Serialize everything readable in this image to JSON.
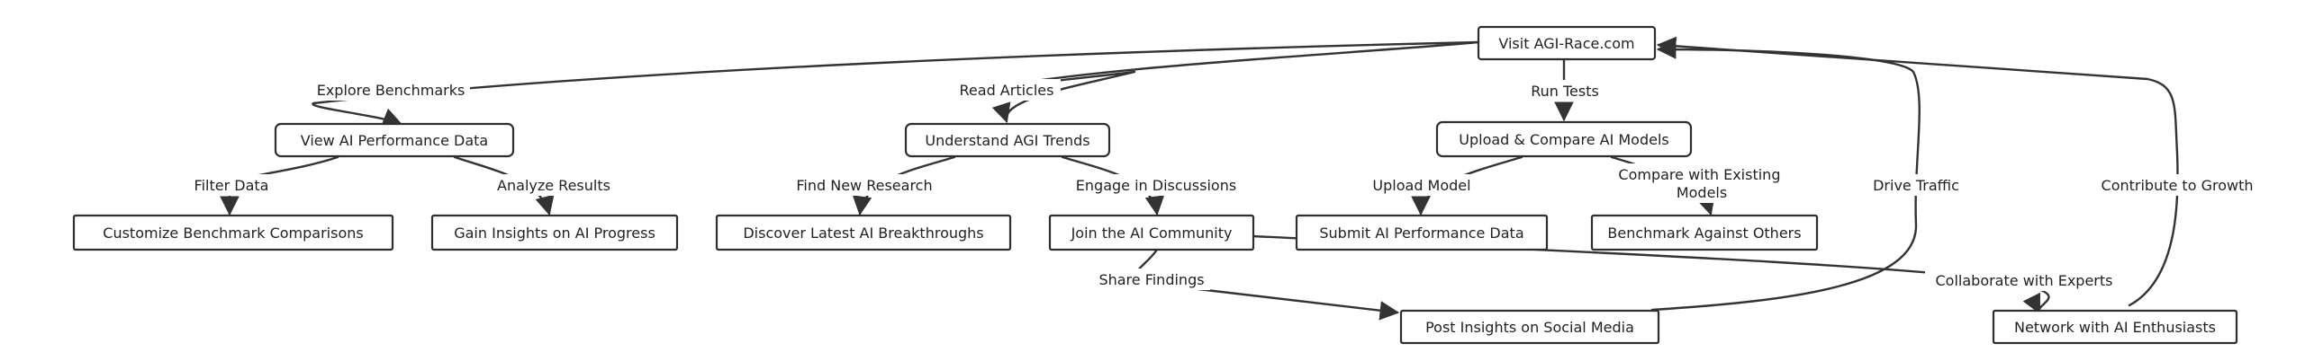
{
  "nodes": [
    {
      "id": "visit",
      "label": "Visit AGI-Race.com"
    },
    {
      "id": "view_perf",
      "label": "View AI Performance Data"
    },
    {
      "id": "agi_trends",
      "label": "Understand AGI Trends"
    },
    {
      "id": "upload_compare",
      "label": "Upload & Compare AI Models"
    },
    {
      "id": "customize",
      "label": "Customize Benchmark Comparisons"
    },
    {
      "id": "gain_insights",
      "label": "Gain Insights on AI Progress"
    },
    {
      "id": "discover",
      "label": "Discover Latest AI Breakthroughs"
    },
    {
      "id": "join_community",
      "label": "Join the AI Community"
    },
    {
      "id": "submit_perf",
      "label": "Submit AI Performance Data"
    },
    {
      "id": "benchmark_others",
      "label": "Benchmark Against Others"
    },
    {
      "id": "post_insights",
      "label": "Post Insights on Social Media"
    },
    {
      "id": "network",
      "label": "Network with AI Enthusiasts"
    }
  ],
  "edges": [
    {
      "from": "visit",
      "to": "view_perf",
      "label": "Explore Benchmarks"
    },
    {
      "from": "visit",
      "to": "agi_trends",
      "label": "Read Articles"
    },
    {
      "from": "visit",
      "to": "upload_compare",
      "label": "Run Tests"
    },
    {
      "from": "view_perf",
      "to": "customize",
      "label": "Filter Data"
    },
    {
      "from": "view_perf",
      "to": "gain_insights",
      "label": "Analyze Results"
    },
    {
      "from": "agi_trends",
      "to": "discover",
      "label": "Find New Research"
    },
    {
      "from": "agi_trends",
      "to": "join_community",
      "label": "Engage in Discussions"
    },
    {
      "from": "upload_compare",
      "to": "submit_perf",
      "label": "Upload Model"
    },
    {
      "from": "upload_compare",
      "to": "benchmark_others",
      "label": "Compare with Existing Models"
    },
    {
      "from": "join_community",
      "to": "post_insights",
      "label": "Share Findings"
    },
    {
      "from": "join_community",
      "to": "network",
      "label": "Collaborate with Experts"
    },
    {
      "from": "post_insights",
      "to": "visit",
      "label": "Drive Traffic"
    },
    {
      "from": "network",
      "to": "visit",
      "label": "Contribute to Growth"
    }
  ]
}
